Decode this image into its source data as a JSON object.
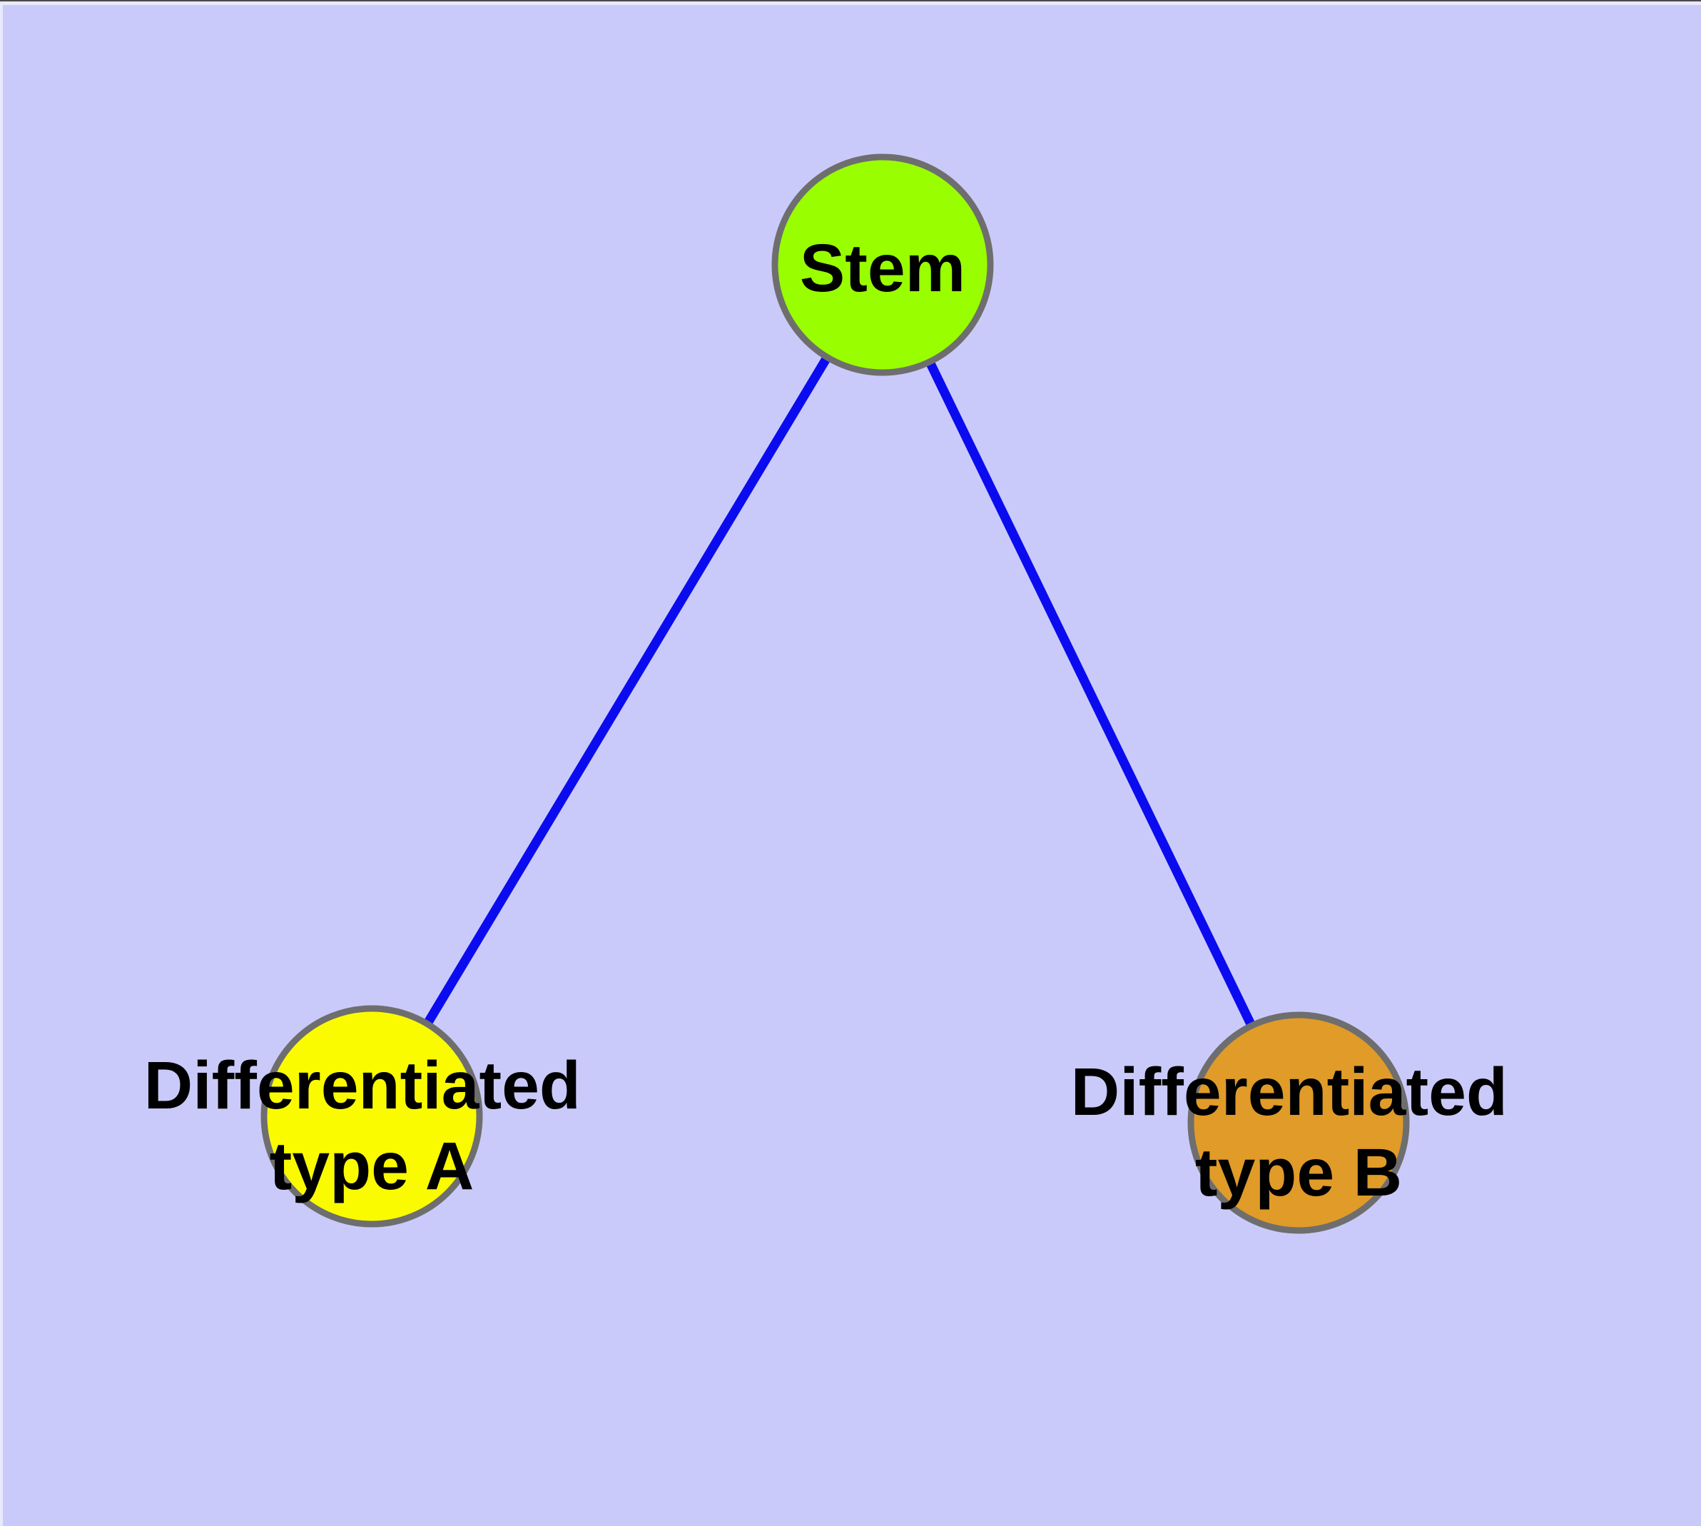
{
  "diagram": {
    "background_color": "#cacafa",
    "edge_color": "#0b0bf0",
    "node_border_color": "#6e6e6e",
    "label_color": "#000000",
    "nodes": {
      "stem": {
        "label": "Stem",
        "fill_color": "#99ff00"
      },
      "type_a": {
        "label_line1": "Differentiated",
        "label_line2": "type A",
        "fill_color": "#fbfb00"
      },
      "type_b": {
        "label_line1": "Differentiated",
        "label_line2": "type B",
        "fill_color": "#e09b28"
      }
    },
    "edges": [
      {
        "from": "Stem",
        "to": "Differentiated type A"
      },
      {
        "from": "Stem",
        "to": "Differentiated type B"
      }
    ]
  },
  "chrome": {
    "top_line_color": "#4a4a4a",
    "bevel_highlight_color": "#e8e8fe"
  }
}
